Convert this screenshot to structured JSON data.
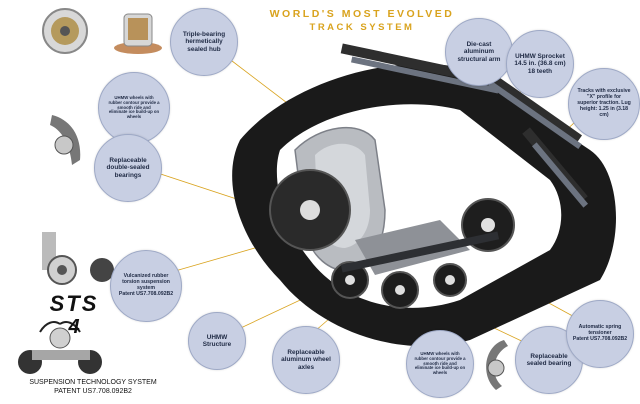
{
  "headline": {
    "line1": "WORLD'S MOST EVOLVED",
    "line2": "TRACK SYSTEM"
  },
  "callouts": {
    "hub": "Triple-bearing hermetically sealed hub",
    "arm": "Die-cast aluminum structural arm",
    "sprocket": "UHMW Sprocket 14.5 in. (36.8 cm) 18 teeth",
    "tracks": "Tracks with exclusive \"X\" profile for superior traction. Lug height: 1.25 in (3.18 cm)",
    "wheels_left": "UHMW wheels with rubber contour provide a smooth ride and eliminate ice build-up on wheels",
    "bearings": "Replaceable double-sealed bearings",
    "torsion": "Vulcanized rubber torsion suspension system",
    "torsion_patent": "Patent US7.708.092B2",
    "uhmw_structure": "UHMW Structure",
    "axles": "Replaceable aluminum wheel axles",
    "wheels_right": "UHMW wheels with rubber contour provide a smooth ride and eliminate ice build-up on wheels",
    "sealed_bearing": "Replaceable sealed bearing",
    "tensioner": "Automatic spring tensioner",
    "tensioner_patent": "Patent US7.708.092B2"
  },
  "logo": {
    "letters": "STS",
    "digit": "4"
  },
  "caption": {
    "line1": "SUSPENSION TECHNOLOGY SYSTEM",
    "line2": "PATENT US7.708.092B2"
  },
  "colors": {
    "headline": "#d9a31e",
    "bubble": "#c8cfe3",
    "bubble_text": "#1f2a44",
    "leader": "#d9a31e",
    "track": "#1a1a1a",
    "aluminum": "#b9bcc1"
  }
}
